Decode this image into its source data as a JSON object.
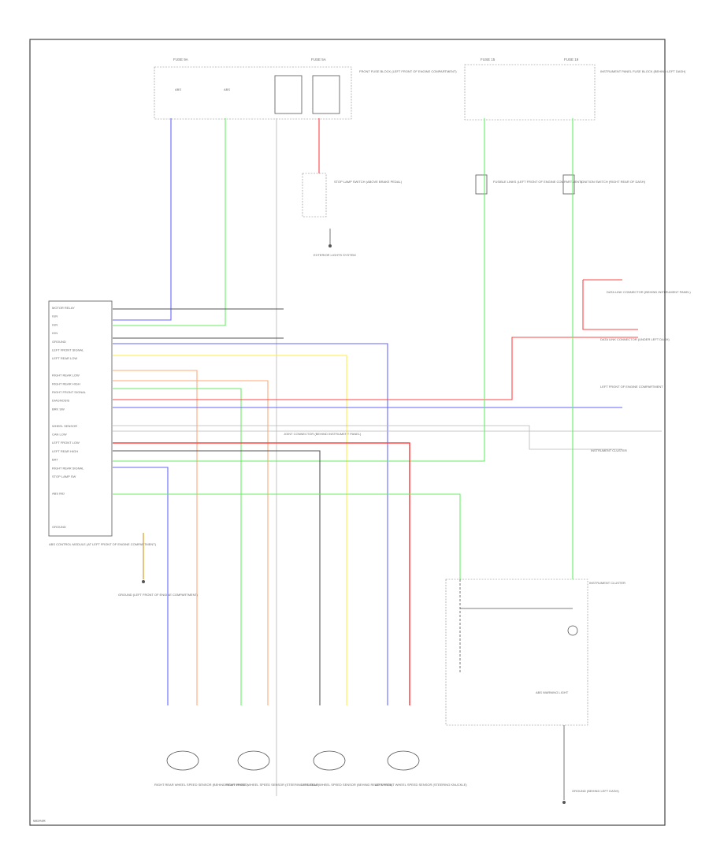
{
  "diagram": {
    "footer_id": "WD#4R",
    "wire_colors": {
      "blue": "#6666ff",
      "green": "#66ee66",
      "red": "#ff4444",
      "yellow": "#ffee44",
      "orange": "#ffaa77",
      "black": "#555555",
      "light_gray": "#b8b8b8",
      "dark_orange": "#cc8800",
      "dark_red": "#cc2222"
    },
    "abs_module": {
      "label": "ABS CONTROL MODULE (AT LEFT FRONT OF ENGINE COMPARTMENT)",
      "pins": [
        "MOTOR RELAY",
        "IGN",
        "IGN",
        "IGN",
        "GROUND",
        "LEFT FRONT SIGNAL",
        "LEFT REAR LOW",
        "",
        "RIGHT REAR LOW",
        "RIGHT REAR HIGH",
        "RIGHT FRONT SIGNAL",
        "DIAGNOSIS",
        "BRK SW",
        "",
        "WHEEL SENSOR",
        "CAN LOW",
        "LEFT FRONT LOW",
        "LEFT REAR HIGH",
        "BAT",
        "RIGHT REAR SIGNAL",
        "STOP LAMP SW",
        "",
        "ABS IND",
        "",
        "",
        "",
        "GROUND"
      ]
    },
    "fuse_box_left_label": "FRONT FUSE BLOCK (LEFT FRONT OF ENGINE COMPARTMENT)",
    "fuse_box_right_label": "INSTRUMENT PANEL FUSE BLOCK (BEHIND LEFT DASH)",
    "stop_lamp_switch_label": "STOP LAMP SWITCH (ABOVE BRAKE PEDAL)",
    "stop_switch_ground_label": "EXTERIOR LIGHTS SYSTEM",
    "fusible_links_label": "FUSIBLE LINKS (LEFT FRONT OF ENGINE COMPARTMENT)",
    "ign_relay_label": "IGNITION SWITCH (RIGHT REAR OF DASH)",
    "junction_label": "JOINT CONNECTOR (BEHIND INSTRUMENT PANEL)",
    "data_link_label": "DATA LINK CONNECTOR (UNDER LEFT DASH)",
    "right_top_label": "DATA LINK CONNECTOR (BEHIND INSTRUMENT PANEL)",
    "left_front_label": "LEFT FRONT OF ENGINE COMPARTMENT",
    "can_label": "INSTRUMENT CLUSTER",
    "ground_label": "GROUND (LEFT FRONT OF ENGINE COMPARTMENT)",
    "instrument_cluster_label": "INSTRUMENT CLUSTER",
    "warning_label": "ABS WARNING LIGHT",
    "bottom_ground_label": "GROUND (BEHIND LEFT DASH)",
    "sensors": [
      {
        "label": "RIGHT REAR WHEEL SPEED SENSOR (BEHIND REAR WHEEL)"
      },
      {
        "label": "RIGHT FRONT WHEEL SPEED SENSOR (STEERING KNUCKLE)"
      },
      {
        "label": "LEFT REAR WHEEL SPEED SENSOR (BEHIND REAR WHEEL)"
      },
      {
        "label": "LEFT FRONT WHEEL SPEED SENSOR (STEERING KNUCKLE)"
      }
    ]
  }
}
